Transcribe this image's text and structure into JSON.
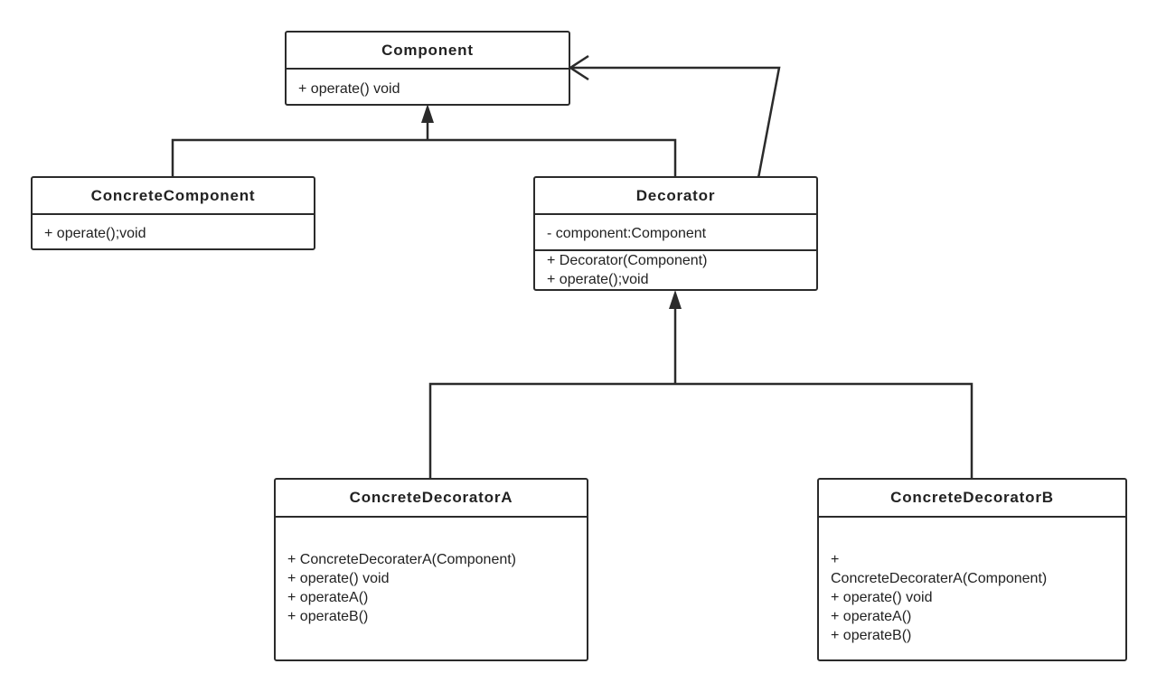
{
  "classes": {
    "component": {
      "name": "Component",
      "methods": [
        "+ operate() void"
      ]
    },
    "concrete_component": {
      "name": "ConcreteComponent",
      "methods": [
        "+ operate();void"
      ]
    },
    "decorator": {
      "name": "Decorator",
      "attributes": [
        "- component:Component"
      ],
      "methods": [
        "+ Decorator(Component)",
        "+ operate();void"
      ]
    },
    "concrete_decorator_a": {
      "name": "ConcreteDecoratorA",
      "methods": [
        "+ ConcreteDecoraterA(Component)",
        "+ operate() void",
        "+ operateA()",
        "+ operateB()"
      ]
    },
    "concrete_decorator_b": {
      "name": "ConcreteDecoratorB",
      "methods": [
        "+",
        "ConcreteDecoraterA(Component)",
        "+ operate() void",
        "+ operateA()",
        "+ operateB()"
      ]
    }
  },
  "relations": [
    {
      "type": "generalization",
      "from": "ConcreteComponent",
      "to": "Component"
    },
    {
      "type": "generalization",
      "from": "Decorator",
      "to": "Component"
    },
    {
      "type": "aggregation",
      "from": "Decorator",
      "to": "Component"
    },
    {
      "type": "generalization",
      "from": "ConcreteDecoratorA",
      "to": "Decorator"
    },
    {
      "type": "generalization",
      "from": "ConcreteDecoratorB",
      "to": "Decorator"
    }
  ],
  "colors": {
    "stroke": "#2b2b2b",
    "background": "#ffffff",
    "text": "#222222"
  }
}
